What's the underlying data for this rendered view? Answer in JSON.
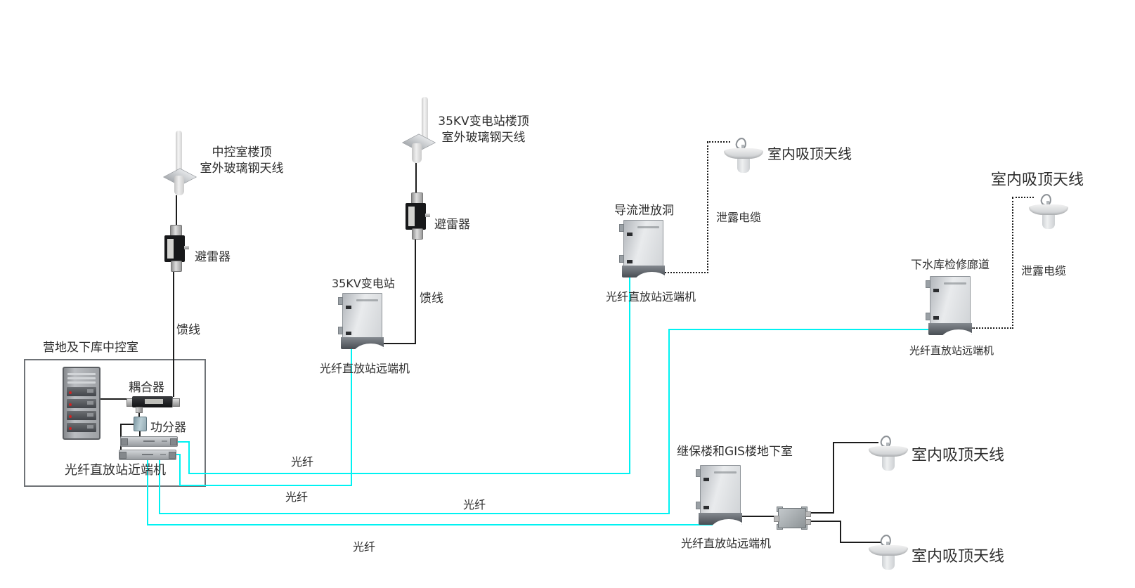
{
  "diagram": {
    "colors": {
      "fiber": "#00f2f2",
      "cable": "#1c1c1c"
    },
    "control_room": {
      "area_label": "营地及下库中控室",
      "antenna_label_line1": "中控室楼顶",
      "antenna_label_line2": "室外玻璃钢天线",
      "arrester_label": "避雷器",
      "feeder_label": "馈线",
      "coupler_label": "耦合器",
      "splitter_label": "功分器",
      "near_end_label": "光纤直放站近端机"
    },
    "substation": {
      "antenna_label_line1": "35KV变电站楼顶",
      "antenna_label_line2": "室外玻璃钢天线",
      "arrester_label": "避雷器",
      "feeder_label": "馈线",
      "site_label": "35KV变电站",
      "remote_unit_label": "光纤直放站远端机"
    },
    "diversion_tunnel": {
      "site_label": "导流泄放洞",
      "remote_unit_label": "光纤直放站远端机",
      "leaky_cable_label": "泄露电缆",
      "ceiling_antenna_label": "室内吸顶天线"
    },
    "maintenance_corridor": {
      "site_label": "下水库检修廊道",
      "remote_unit_label": "光纤直放站远端机",
      "leaky_cable_label": "泄露电缆",
      "ceiling_antenna_label": "室内吸顶天线"
    },
    "gis_basement": {
      "site_label": "继保楼和GIS楼地下室",
      "remote_unit_label": "光纤直放站远端机",
      "ceiling_antenna1_label": "室内吸顶天线",
      "ceiling_antenna2_label": "室内吸顶天线"
    },
    "fiber_labels": {
      "f1": "光纤",
      "f2": "光纤",
      "f3": "光纤",
      "f4": "光纤"
    }
  }
}
